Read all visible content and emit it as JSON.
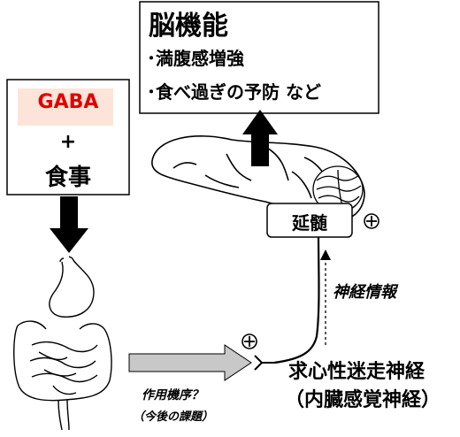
{
  "brain_box": {
    "title": "脳機能",
    "item_1": "･満腹感増強",
    "item_2": "･食べ過ぎの予防 など"
  },
  "intake_box": {
    "gaba": "GABA",
    "plus": "+",
    "meal": "食事"
  },
  "medulla_label": "延髄",
  "positive_mark": "⊕",
  "nerve_info_label": "神経情報",
  "vagus_nerve": {
    "line_1": "求心性迷走神経",
    "line_2": "（内臓感覚神経）"
  },
  "mechanism": {
    "line_1": "作用機序？",
    "line_2": "（今後の課題）"
  },
  "colors": {
    "gaba_text": "#e00000",
    "gaba_background": "#fde4d8",
    "gray_arrow": "#c8c8c8",
    "black": "#000000"
  }
}
